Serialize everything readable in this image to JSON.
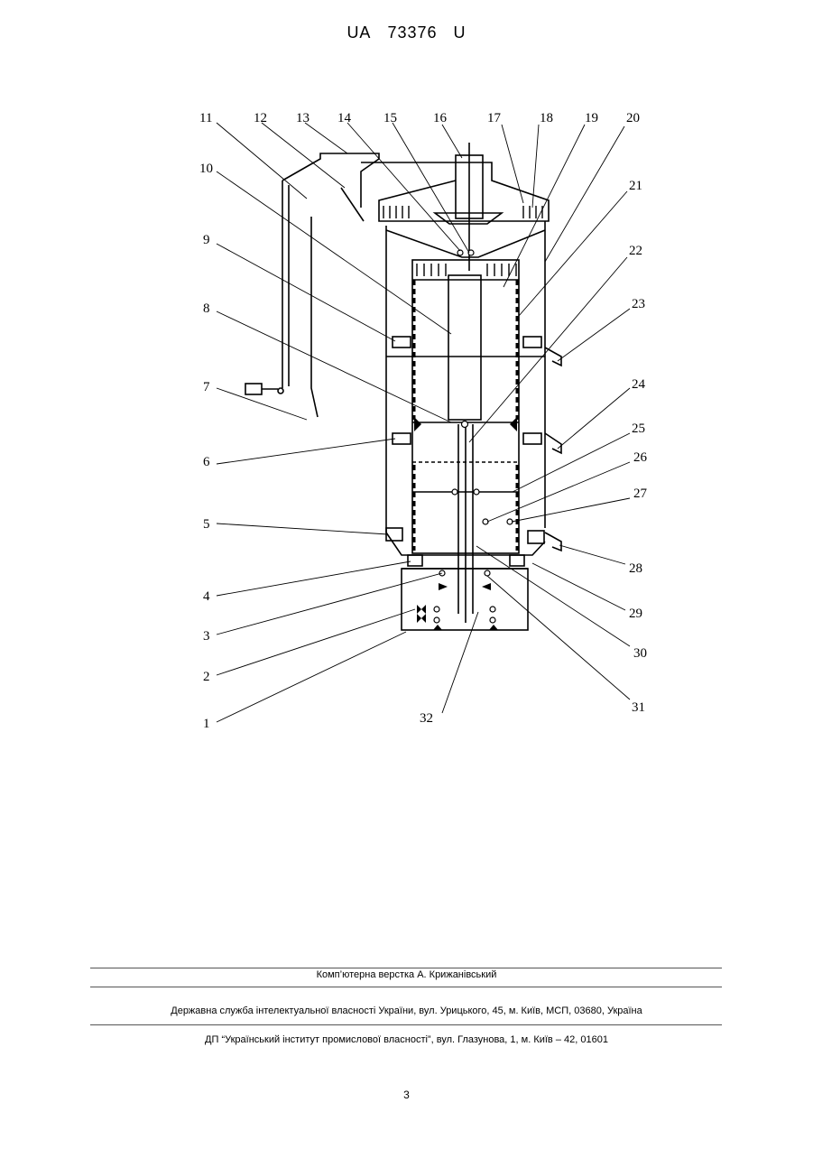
{
  "header": {
    "country": "UA",
    "number": "73376",
    "kind": "U"
  },
  "figure": {
    "labels": [
      "1",
      "2",
      "3",
      "4",
      "5",
      "6",
      "7",
      "8",
      "9",
      "10",
      "11",
      "12",
      "13",
      "14",
      "15",
      "16",
      "17",
      "18",
      "19",
      "20",
      "21",
      "22",
      "23",
      "24",
      "25",
      "26",
      "27",
      "28",
      "29",
      "30",
      "31",
      "32"
    ]
  },
  "footer": {
    "layout_credit": "Комп’ютерна верстка А. Крижанівський",
    "agency": "Державна служба інтелектуальної власності України, вул. Урицького, 45, м. Київ, МСП, 03680, Україна",
    "institute": "ДП “Український інститут промислової власності”, вул. Глазунова, 1, м. Київ – 42, 01601"
  },
  "page_number": "3"
}
